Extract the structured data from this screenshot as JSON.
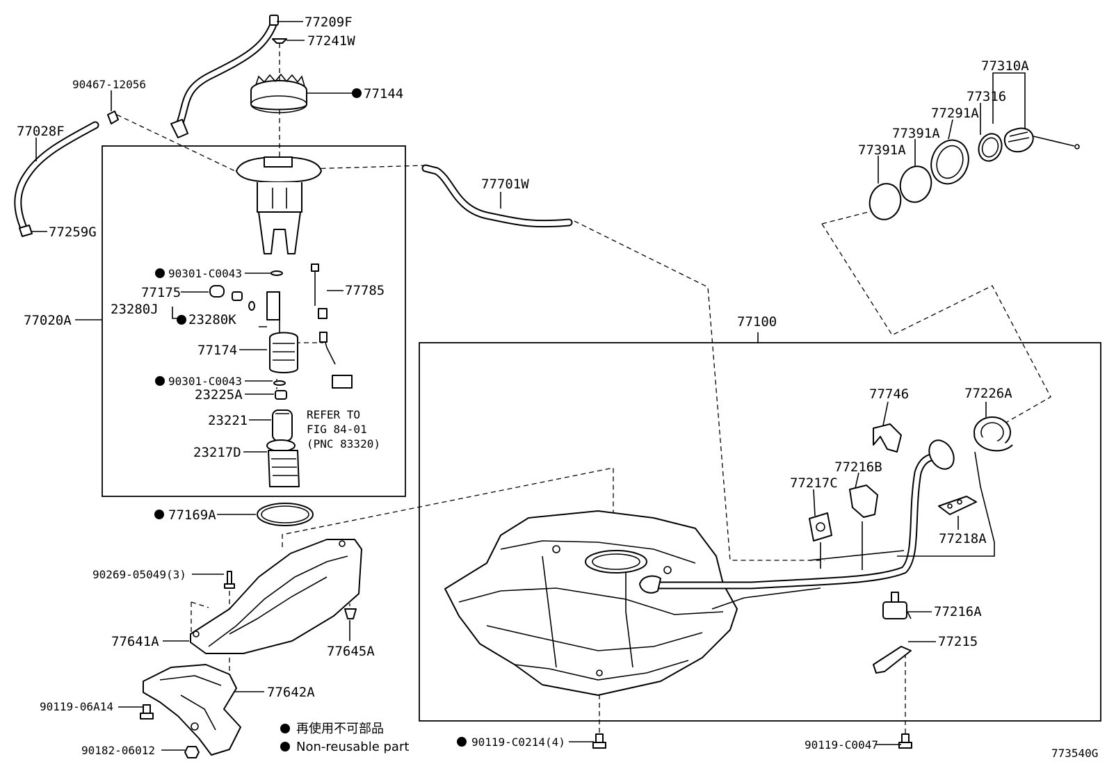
{
  "labels": {
    "p77209F": "77209F",
    "p77241W": "77241W",
    "p77144": "77144",
    "p90467_12056": "90467-12056",
    "p77028F": "77028F",
    "p77259G": "77259G",
    "p77701W": "77701W",
    "p77310A": "77310A",
    "p77316": "77316",
    "p77291A": "77291A",
    "p77391A_1": "77391A",
    "p77391A_2": "77391A",
    "p90301_C0043_a": "90301-C0043",
    "p77175": "77175",
    "p23280J": "23280J",
    "p23280K": "23280K",
    "p77785": "77785",
    "p77020A": "77020A",
    "p77174": "77174",
    "p90301_C0043_b": "90301-C0043",
    "p23225A": "23225A",
    "p23221": "23221",
    "p23217D": "23217D",
    "refer_line1": "REFER TO",
    "refer_line2": "FIG 84-01",
    "refer_line3": "(PNC 83320)",
    "p77100": "77100",
    "p77746": "77746",
    "p77226A": "77226A",
    "p77216B": "77216B",
    "p77217C": "77217C",
    "p77218A": "77218A",
    "p77169A": "77169A",
    "p90269_05049": "90269-05049(3)",
    "p77641A": "77641A",
    "p77645A": "77645A",
    "p77642A": "77642A",
    "p90119_06A14": "90119-06A14",
    "p90182_06012": "90182-06012",
    "p77216A": "77216A",
    "p77215": "77215",
    "p90119_C0214": "90119-C0214(4)",
    "p90119_C0047": "90119-C0047",
    "legend_jp": "再使用不可部品",
    "legend_en": "Non-reusable part",
    "figure_id": "773540G"
  }
}
